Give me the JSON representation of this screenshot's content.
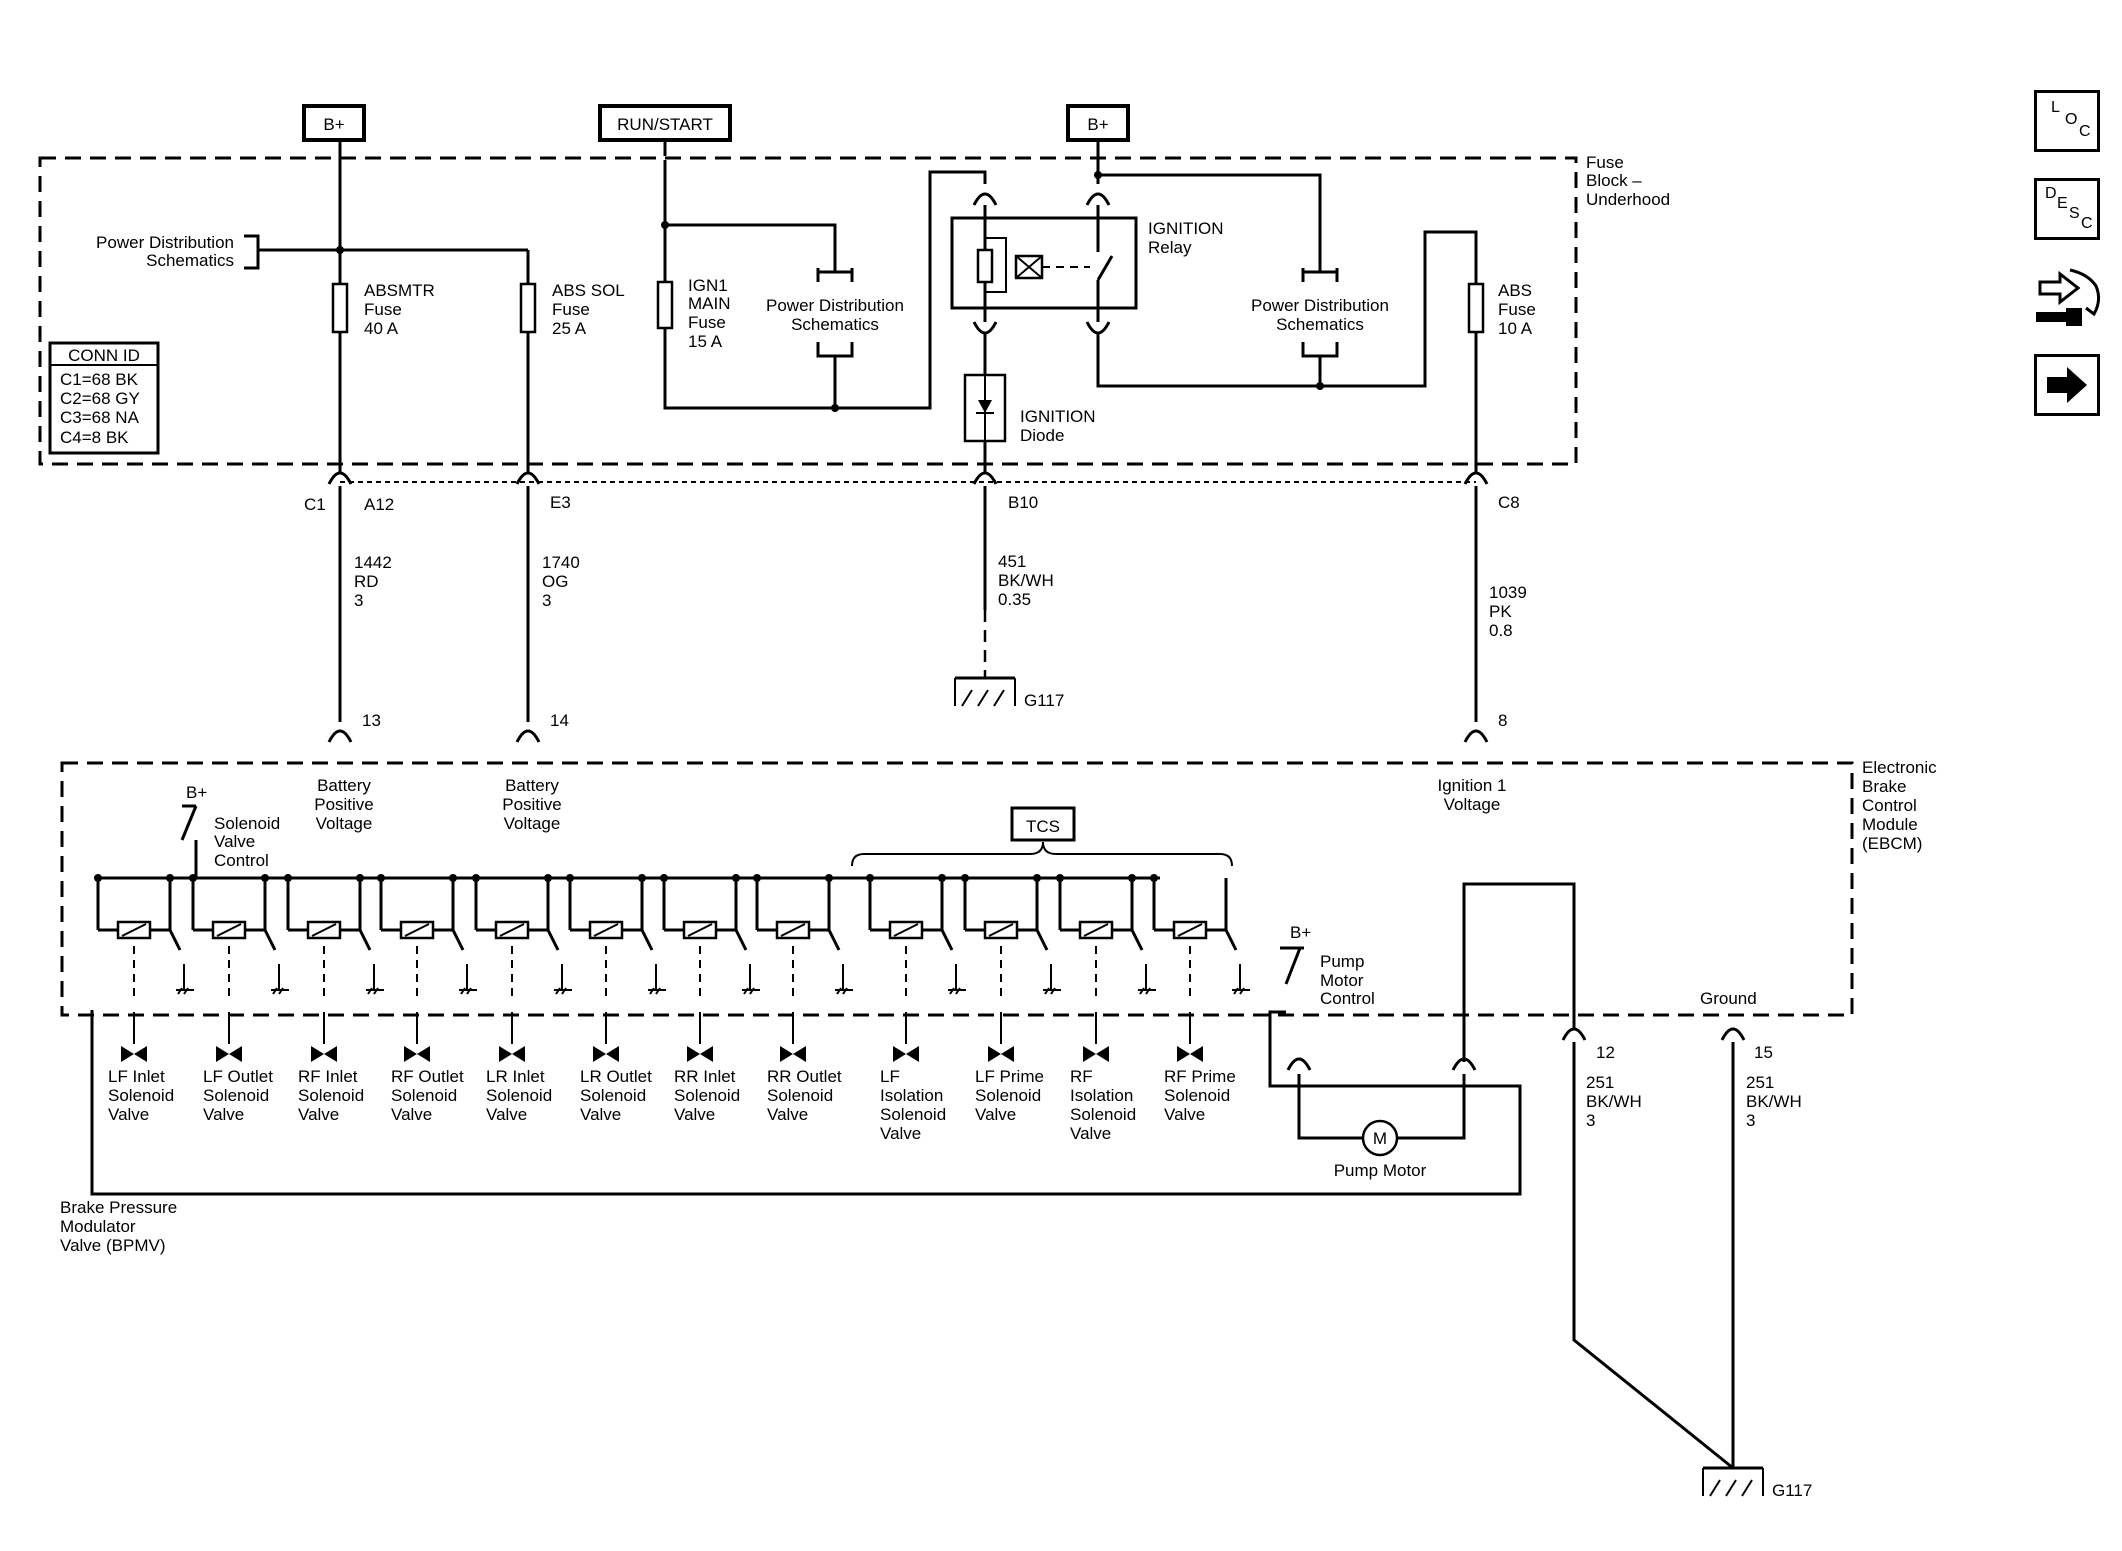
{
  "sources": {
    "bplus_left": "B+",
    "run_start": "RUN/START",
    "bplus_right": "B+",
    "bplus_small": "B+"
  },
  "fuse_block": {
    "label": [
      "Fuse",
      "Block –",
      "Underhood"
    ]
  },
  "pds": [
    "Power Distribution",
    "Schematics"
  ],
  "conn_id": {
    "title": "CONN ID",
    "rows": [
      "C1=68 BK",
      "C2=68 GY",
      "C3=68 NA",
      "C4=8 BK"
    ]
  },
  "fuses": {
    "absmtr": [
      "ABSMTR",
      "Fuse",
      "40 A"
    ],
    "abs_sol": [
      "ABS SOL",
      "Fuse",
      "25 A"
    ],
    "ign1": [
      "IGN1",
      "MAIN",
      "Fuse",
      "15 A"
    ],
    "abs": [
      "ABS",
      "Fuse",
      "10 A"
    ]
  },
  "relay": [
    "IGNITION",
    "Relay"
  ],
  "diode": [
    "IGNITION",
    "Diode"
  ],
  "connectors": {
    "c1": "C1",
    "a12": "A12",
    "e3": "E3",
    "b10": "B10",
    "c8": "C8"
  },
  "wires": {
    "w1442": [
      "1442",
      "RD",
      "3"
    ],
    "w1740": [
      "1740",
      "OG",
      "3"
    ],
    "w451": [
      "451",
      "BK/WH",
      "0.35"
    ],
    "w1039": [
      "1039",
      "PK",
      "0.8"
    ],
    "w251a": [
      "251",
      "BK/WH",
      "3"
    ],
    "w251b": [
      "251",
      "BK/WH",
      "3"
    ]
  },
  "grounds": {
    "g117_top": "G117",
    "g117_bottom": "G117"
  },
  "pins": {
    "p13": "13",
    "p14": "14",
    "p8": "8",
    "p12": "12",
    "p15": "15"
  },
  "ebcm": {
    "label": [
      "Electronic",
      "Brake",
      "Control",
      "Module",
      "(EBCM)"
    ],
    "bat1": [
      "Battery",
      "Positive",
      "Voltage"
    ],
    "bat2": [
      "Battery",
      "Positive",
      "Voltage"
    ],
    "ign1": [
      "Ignition 1",
      "Voltage"
    ],
    "sol_ctrl": [
      "Solenoid",
      "Valve",
      "Control"
    ],
    "tcs": "TCS",
    "pump_ctrl": [
      "Pump",
      "Motor",
      "Control"
    ],
    "ground": "Ground"
  },
  "valves": [
    [
      "LF Inlet",
      "Solenoid",
      "Valve"
    ],
    [
      "LF Outlet",
      "Solenoid",
      "Valve"
    ],
    [
      "RF Inlet",
      "Solenoid",
      "Valve"
    ],
    [
      "RF Outlet",
      "Solenoid",
      "Valve"
    ],
    [
      "LR Inlet",
      "Solenoid",
      "Valve"
    ],
    [
      "LR Outlet",
      "Solenoid",
      "Valve"
    ],
    [
      "RR Inlet",
      "Solenoid",
      "Valve"
    ],
    [
      "RR Outlet",
      "Solenoid",
      "Valve"
    ],
    [
      "LF",
      "Isolation",
      "Solenoid",
      "Valve"
    ],
    [
      "LF Prime",
      "Solenoid",
      "Valve"
    ],
    [
      "RF",
      "Isolation",
      "Solenoid",
      "Valve"
    ],
    [
      "RF Prime",
      "Solenoid",
      "Valve"
    ]
  ],
  "pump": {
    "symbol": "M",
    "label": "Pump Motor"
  },
  "bpmv": [
    "Brake Pressure",
    "Modulator",
    "Valve (BPMV)"
  ],
  "nav": {
    "loc": [
      "L",
      "O",
      "C"
    ],
    "desc": [
      "D",
      "E",
      "S",
      "C"
    ]
  }
}
